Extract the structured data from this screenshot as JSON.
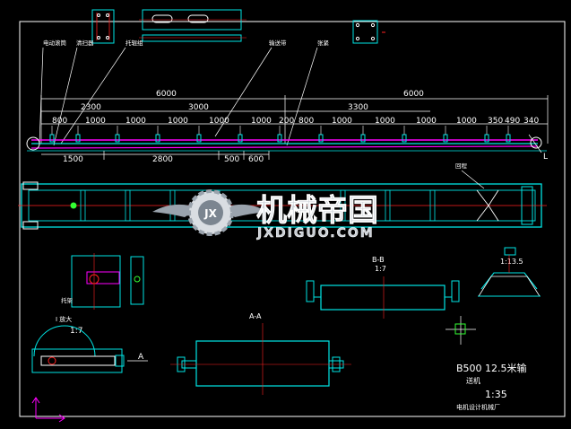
{
  "drawing": {
    "labels": {
      "drive_roller": "电动滚筒",
      "clean_device": "清扫器",
      "idler_group": "托辊组",
      "conveyor_belt": "输送带",
      "tensioner": "张紧",
      "return_idler": "回程"
    },
    "dims": {
      "total_left": "6000",
      "total_right": "6000",
      "d2300": "2300",
      "d3000": "3000",
      "d3300": "3300",
      "d1500": "1500",
      "d2800": "2800",
      "d500": "500",
      "d600": "600",
      "s800a": "800",
      "s1000": "1000",
      "s200": "200",
      "s800b": "800",
      "s350": "350",
      "s490": "490",
      "s340": "340",
      "end_mark": "L"
    },
    "sections": {
      "bb_title": "B-B",
      "bb_scale": "1:7",
      "aa_title": "A-A",
      "a_arrow": "A",
      "i_detail": "I 放大",
      "i_scale": "1:7",
      "idler_scale": "1:13.5",
      "side_label": "托架"
    },
    "title_block": {
      "model": "B500  12.5米输",
      "name": "送机",
      "scale": "1:35",
      "company": "电机设计机械厂"
    },
    "watermark": {
      "cn": "机械帝国",
      "en": "JXDIGUO.COM",
      "badge": "JX"
    },
    "colors": {
      "cyan": "#00e5e5",
      "white": "#ffffff",
      "magenta": "#ff00ff",
      "red": "#ff2020",
      "green": "#33ff33",
      "gray": "#9aa3ad"
    }
  }
}
